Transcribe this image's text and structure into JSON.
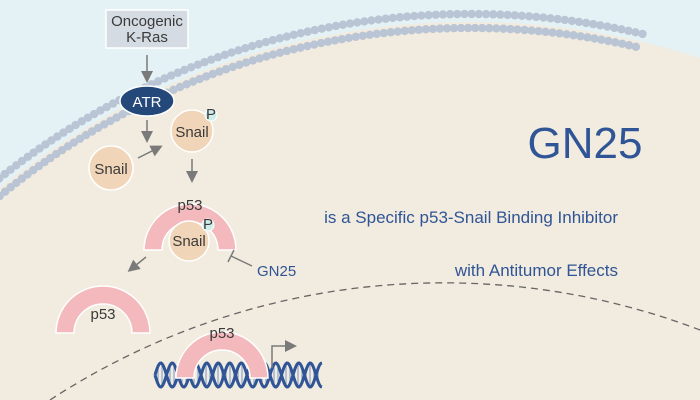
{
  "title": "GN25",
  "subtitle_line1": "is a Specific p53-Snail Binding Inhibitor",
  "subtitle_line2": "with Antitumor Effects",
  "pathway": {
    "oncogenic_line1": "Oncogenic",
    "oncogenic_line2": "K-Ras",
    "atr": "ATR",
    "snail": "Snail",
    "snail_phos": "Snail",
    "phospho": "P",
    "p53_complex": "p53",
    "snail_bound": "Snail",
    "phospho_bound": "P",
    "inhibitor": "GN25",
    "p53_free": "p53",
    "p53_dna": "p53"
  },
  "colors": {
    "extracellular": "#e4f1f5",
    "cytoplasm": "#f2ebdf",
    "membrane": "#b9c4d4",
    "title": "#2f5596",
    "atr": "#25487a",
    "snail": "#f1d5b8",
    "p53": "#f4b9bd",
    "phospho": "#cfeee9",
    "dna": "#2f5596"
  }
}
